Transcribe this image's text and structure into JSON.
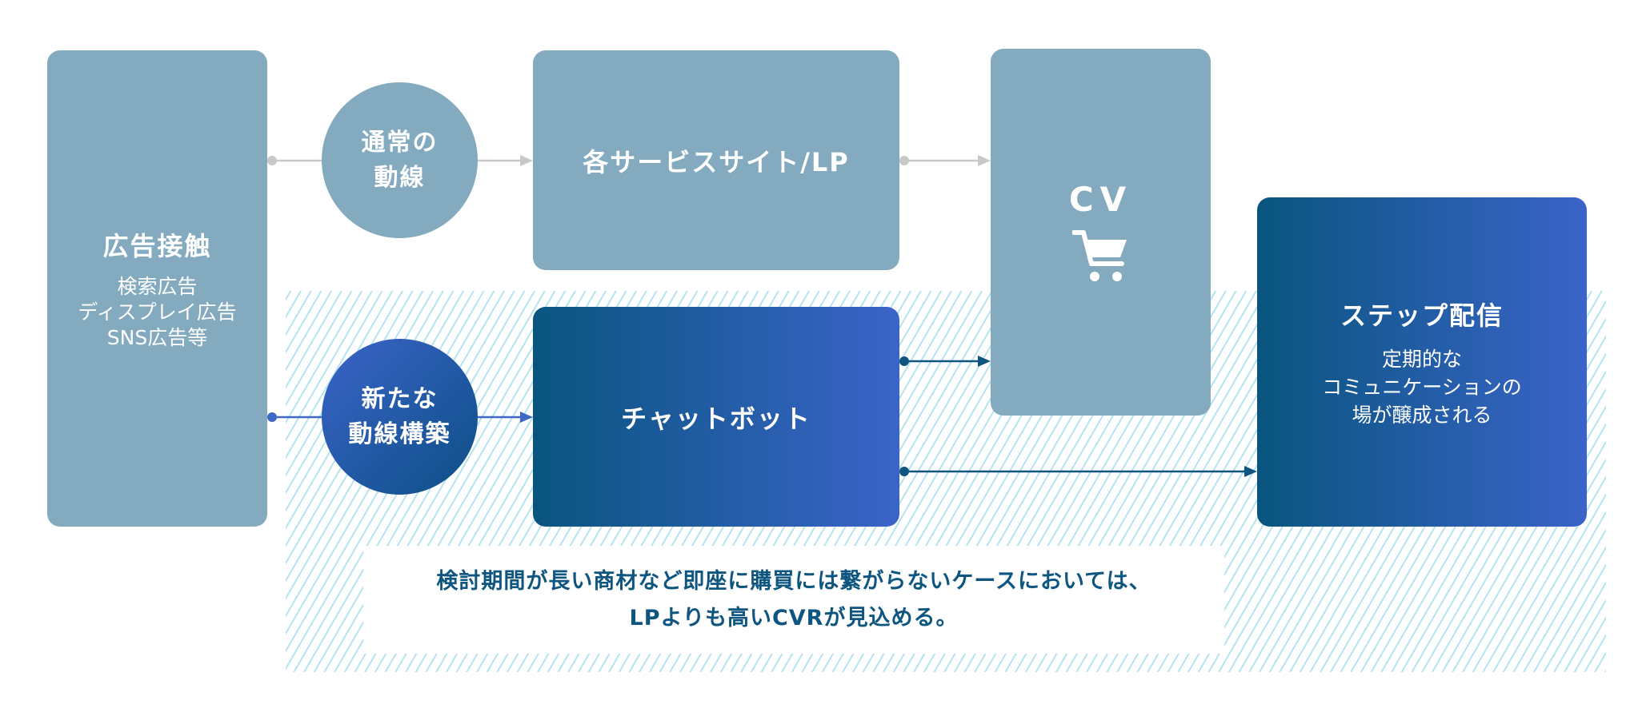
{
  "nodes": {
    "ad_contact": {
      "title": "広告接触",
      "lines": [
        "検索広告",
        "ディスプレイ広告",
        "SNS広告等"
      ]
    },
    "normal_route": {
      "lines": [
        "通常の",
        "動線"
      ]
    },
    "service_site": {
      "title": "各サービスサイト/LP"
    },
    "cv": {
      "title": "CV",
      "icon": "shopping-cart-icon"
    },
    "new_route": {
      "lines": [
        "新たな",
        "動線構築"
      ]
    },
    "chatbot": {
      "title": "チャットボット"
    },
    "step_delivery": {
      "title": "ステップ配信",
      "lines": [
        "定期的な",
        "コミュニケーションの",
        "場が醸成される"
      ]
    }
  },
  "note": {
    "lines": [
      "検討期間が長い商材など即座に購買には繋がらないケースにおいては、",
      "LPよりも高いCVRが見込める。"
    ]
  },
  "colors": {
    "grey_box": "#83aabe",
    "blue_start": "#09557f",
    "blue_end": "#3b64c9",
    "hatch": "#b5e3f0",
    "grey_arrow": "#c8c8c8",
    "blue_arrow": "#3f67c4",
    "dark_arrow": "#0e5580",
    "note_text": "#0e5580"
  }
}
